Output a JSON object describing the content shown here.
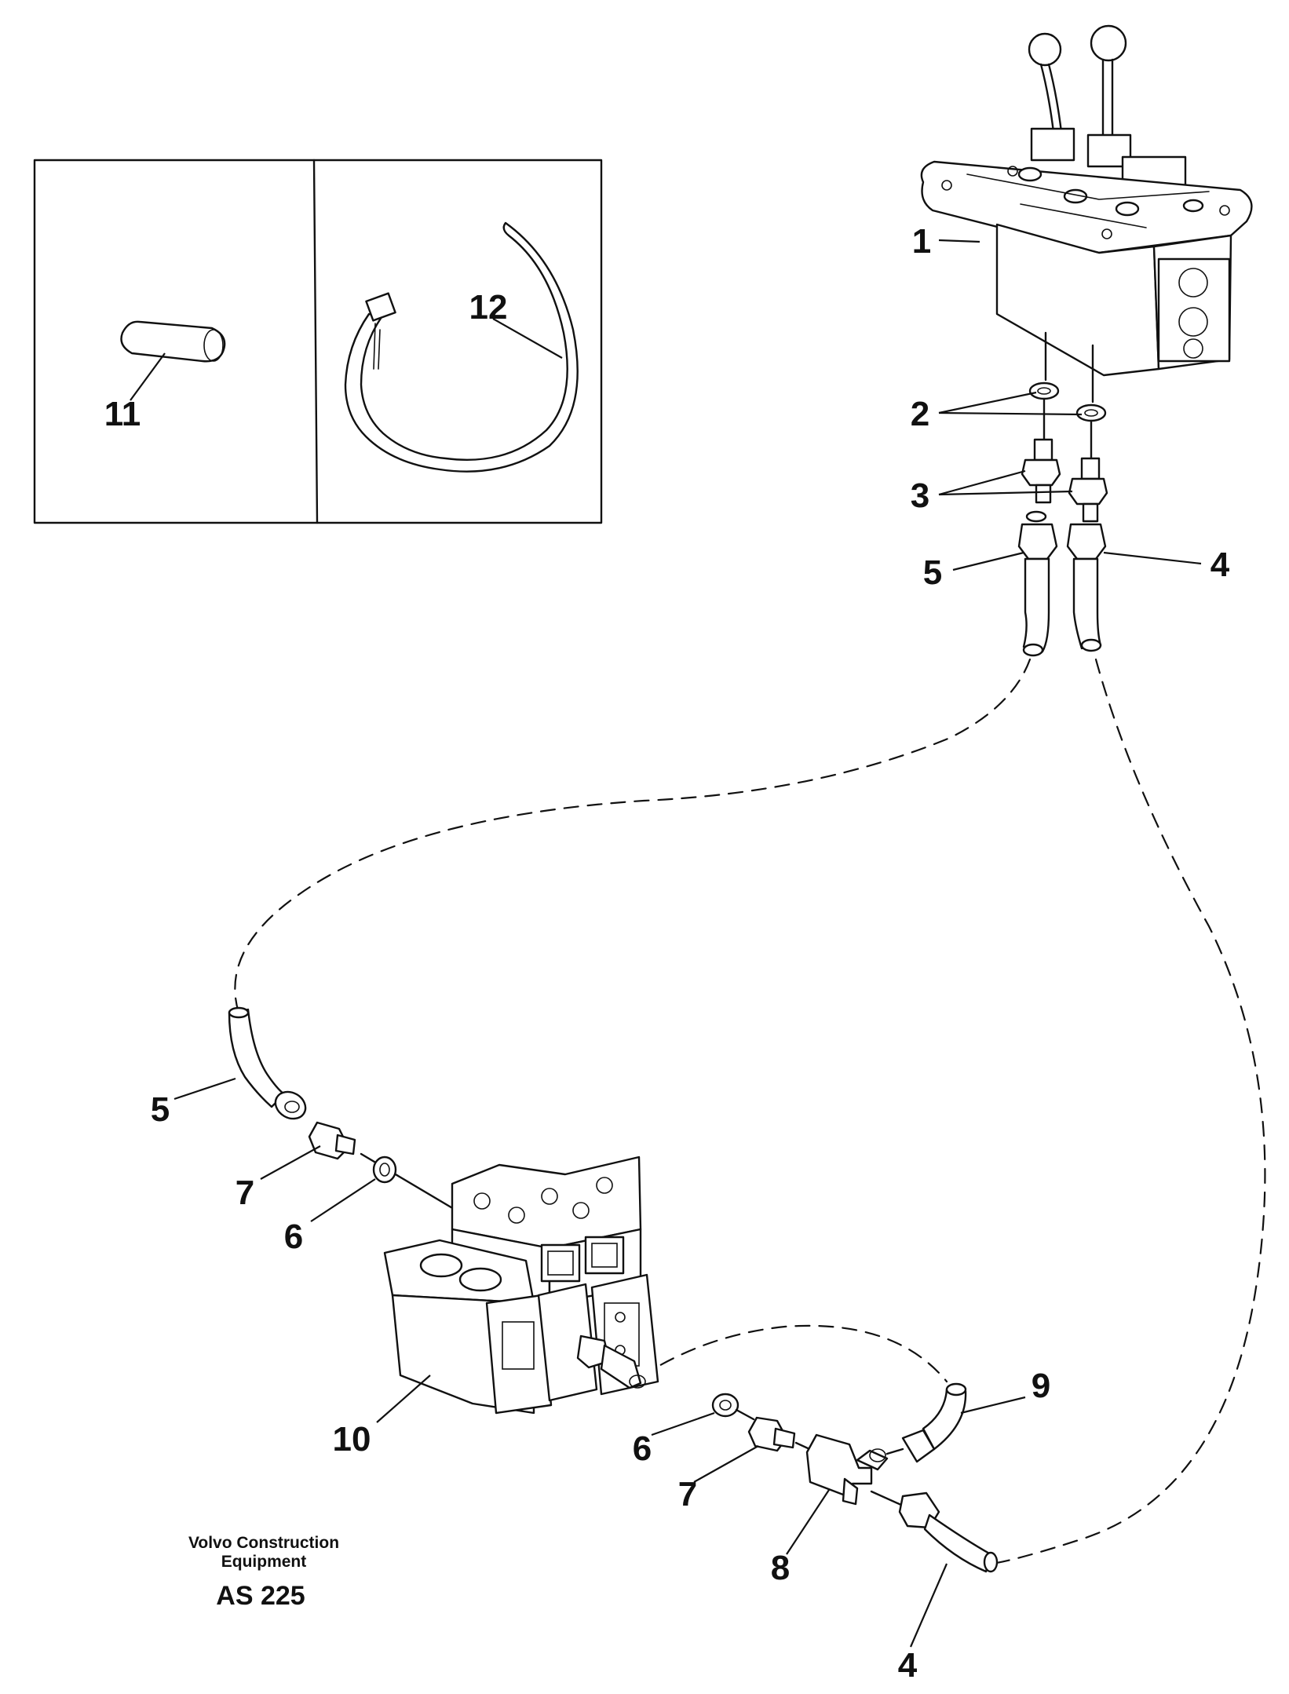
{
  "callouts": {
    "c1": "1",
    "c2": "2",
    "c3": "3",
    "c4_top": "4",
    "c5_top": "5",
    "c5_left": "5",
    "c6_left": "6",
    "c6_bottom": "6",
    "c7_left": "7",
    "c7_bottom": "7",
    "c8": "8",
    "c9": "9",
    "c10": "10",
    "c11": "11",
    "c12": "12",
    "c4_bottom": "4"
  },
  "caption": {
    "line1": "Volvo Construction",
    "line2": "Equipment",
    "code": "AS 225"
  }
}
